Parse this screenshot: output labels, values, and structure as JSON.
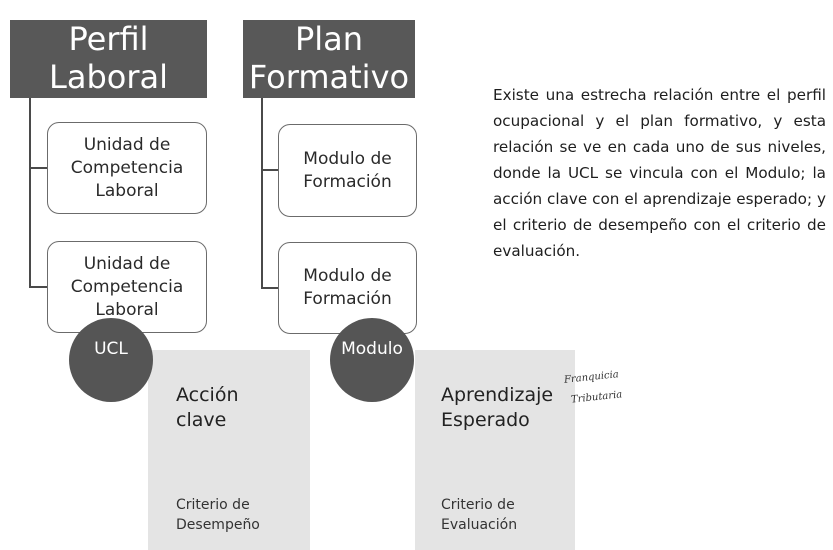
{
  "headers": {
    "perfil": {
      "line1": "Perfil",
      "line2": "Laboral"
    },
    "plan": {
      "line1": "Plan",
      "line2": "Formativo"
    }
  },
  "boxes": [
    {
      "line1": "Unidad de",
      "line2": "Competencia",
      "line3": "Laboral"
    },
    {
      "line1": "Unidad de",
      "line2": "Competencia",
      "line3": "Laboral"
    },
    {
      "line1": "Modulo de",
      "line2": "Formación"
    },
    {
      "line1": "Modulo de",
      "line2": "Formación"
    }
  ],
  "circles": {
    "left": "UCL",
    "right": "Modulo"
  },
  "cards": {
    "left": {
      "title1": "Acción",
      "title2": "clave",
      "sub1": "Criterio de",
      "sub2": "Desempeño"
    },
    "right": {
      "title1": "Aprendizaje",
      "title2": "Esperado",
      "sub1": "Criterio de",
      "sub2": "Evaluación"
    }
  },
  "stamp": {
    "line1": "Franquicia",
    "line2": "Tributaria"
  },
  "paragraph": "Existe una estrecha relación entre el perfil ocupacional y el plan formativo, y esta relación se ve en cada uno de sus niveles, donde la UCL se vincula con el Modulo; la acción clave con el aprendizaje esperado; y el criterio de desempeño con el criterio de evaluación.",
  "colors": {
    "header": "#585858",
    "circle": "#555555",
    "card": "#e4e4e4",
    "box_border": "#6b6b6b"
  }
}
